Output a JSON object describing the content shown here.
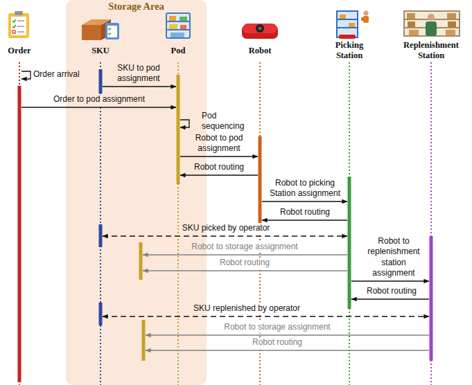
{
  "diagram": {
    "nodes": [
      {
        "text": [
          "Order"
        ]
      },
      {
        "text": [
          "Storage Area"
        ]
      },
      {
        "text": [
          "SKU"
        ],
        "in": 1
      },
      {
        "text": [
          "Pod"
        ],
        "in": 1
      },
      {
        "text": [
          "Robot"
        ]
      },
      {
        "text": [
          "Picking Station"
        ]
      },
      {
        "text": [
          "Replenishment Station"
        ]
      }
    ],
    "edges": [
      {
        "from": 0,
        "to": 0,
        "label": "Order arrival",
        "arrow": "to"
      },
      {
        "from": 2,
        "to": 3,
        "label": "SKU to pod assignment",
        "arrow": "to"
      },
      {
        "from": 0,
        "to": 3,
        "label": "Order to pod assignment",
        "arrow": "to"
      },
      {
        "from": 3,
        "to": 3,
        "label": "Pod sequencing",
        "arrow": "to"
      },
      {
        "from": 3,
        "to": 4,
        "label": "Robot to pod assignment",
        "arrow": "to"
      },
      {
        "from": 4,
        "to": 3,
        "label": "Robot routing",
        "arrow": "to"
      },
      {
        "from": 4,
        "to": 5,
        "label": "Robot to picking Station assignment",
        "arrow": "to"
      },
      {
        "from": 5,
        "to": 4,
        "label": "Robot routing",
        "arrow": "to"
      },
      {
        "from": 2,
        "to": 5,
        "label": "SKU picked by operator",
        "arrow": "both"
      },
      {
        "from": 5,
        "to": 1,
        "label": "Robot to storage assignment",
        "arrow": "to"
      },
      {
        "from": 5,
        "to": 1,
        "label": "Robot routing",
        "arrow": "to"
      },
      {
        "from": 5,
        "to": 6,
        "label": "Robot to replenishment station assignment",
        "arrow": "to"
      },
      {
        "from": 6,
        "to": 5,
        "label": "Robot routing",
        "arrow": "to"
      },
      {
        "from": 2,
        "to": 6,
        "label": "SKU replenished by operator",
        "arrow": "both"
      },
      {
        "from": 6,
        "to": 1,
        "label": "Robot to storage assignment",
        "arrow": "to"
      },
      {
        "from": 6,
        "to": 1,
        "label": "Robot routing",
        "arrow": "to"
      }
    ]
  }
}
